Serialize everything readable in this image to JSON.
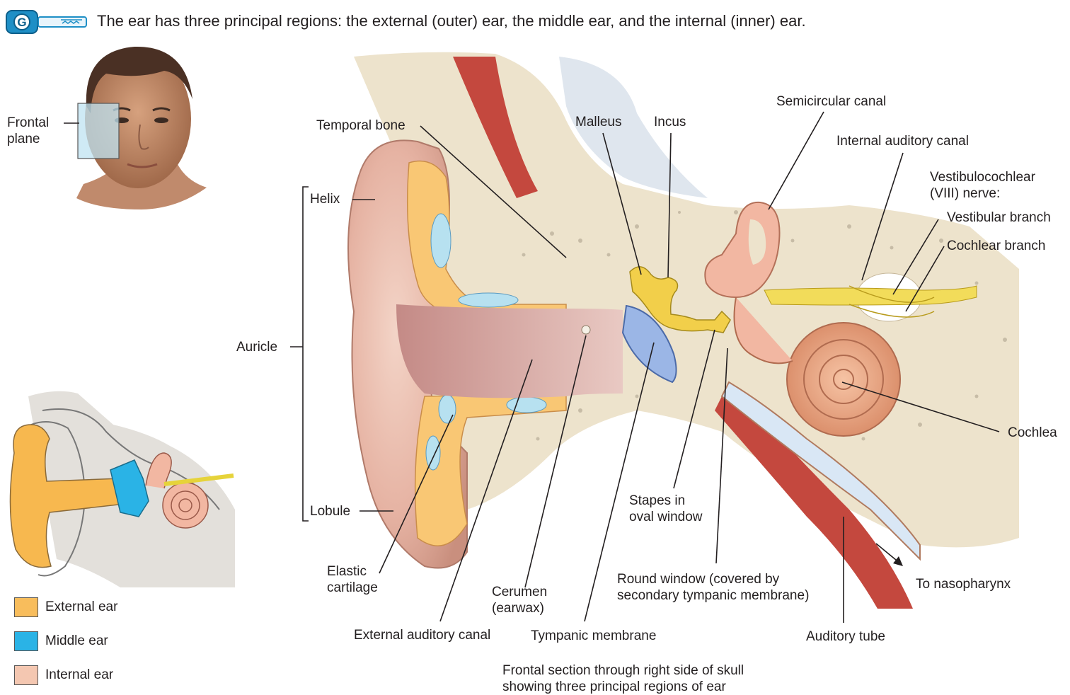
{
  "header": {
    "text": "The ear has three principal regions: the external (outer) ear, the middle ear, and the internal (inner) ear.",
    "icon": "key-concept-icon"
  },
  "colors": {
    "external_ear": "#f8bd5c",
    "middle_ear": "#2ab3e6",
    "internal_ear": "#f4c7b1",
    "icon_blue": "#1e8fc6"
  },
  "labels": {
    "frontal_plane": [
      "Frontal",
      "plane"
    ],
    "temporal_bone": "Temporal bone",
    "malleus": "Malleus",
    "incus": "Incus",
    "semicircular_canal": "Semicircular canal",
    "internal_auditory_canal": "Internal auditory canal",
    "vestibulocochlear": [
      "Vestibulocochlear",
      "(VIII) nerve:"
    ],
    "vestibular_branch": "Vestibular branch",
    "cochlear_branch": "Cochlear branch",
    "helix": "Helix",
    "auricle": "Auricle",
    "lobule": "Lobule",
    "cochlea": "Cochlea",
    "stapes": [
      "Stapes in",
      "oval window"
    ],
    "elastic_cartilage": [
      "Elastic",
      "cartilage"
    ],
    "cerumen": [
      "Cerumen",
      "(earwax)"
    ],
    "round_window": [
      "Round window (covered by",
      "secondary tympanic membrane)"
    ],
    "to_nasopharynx": "To nasopharynx",
    "external_auditory_canal": "External auditory canal",
    "tympanic_membrane": "Tympanic membrane",
    "auditory_tube": "Auditory tube",
    "caption": [
      "Frontal section through right side of skull",
      "showing three principal regions of ear"
    ]
  },
  "legend": [
    {
      "label": "External ear",
      "color": "#f8bd5c"
    },
    {
      "label": "Middle ear",
      "color": "#2ab3e6"
    },
    {
      "label": "Internal ear",
      "color": "#f4c7b1"
    }
  ]
}
